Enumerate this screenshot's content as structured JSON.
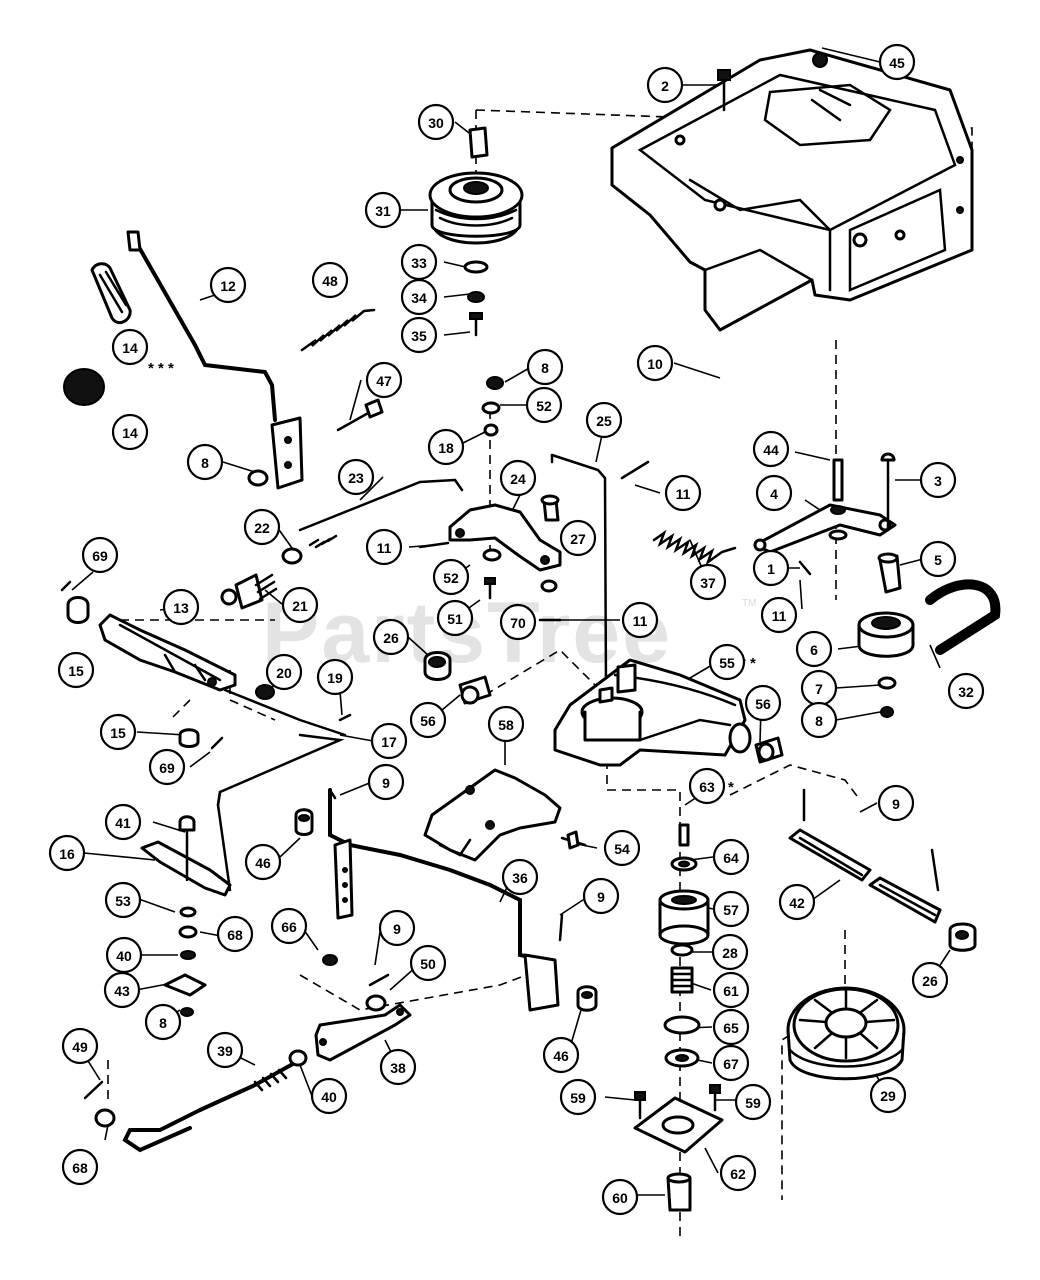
{
  "watermark": {
    "text": "PartsTree",
    "trademark": "TM"
  },
  "callouts": [
    {
      "label": "45"
    },
    {
      "label": "2"
    },
    {
      "label": "30"
    },
    {
      "label": "31"
    },
    {
      "label": "12"
    },
    {
      "label": "48"
    },
    {
      "label": "33"
    },
    {
      "label": "34"
    },
    {
      "label": "35"
    },
    {
      "label": "14"
    },
    {
      "label": "14"
    },
    {
      "label": "10"
    },
    {
      "label": "8"
    },
    {
      "label": "52"
    },
    {
      "label": "47"
    },
    {
      "label": "25"
    },
    {
      "label": "18"
    },
    {
      "label": "44"
    },
    {
      "label": "3"
    },
    {
      "label": "8"
    },
    {
      "label": "23"
    },
    {
      "label": "24"
    },
    {
      "label": "11"
    },
    {
      "label": "4"
    },
    {
      "label": "27"
    },
    {
      "label": "22"
    },
    {
      "label": "11"
    },
    {
      "label": "5"
    },
    {
      "label": "1"
    },
    {
      "label": "69"
    },
    {
      "label": "52"
    },
    {
      "label": "37"
    },
    {
      "label": "21"
    },
    {
      "label": "11"
    },
    {
      "label": "51"
    },
    {
      "label": "70"
    },
    {
      "label": "11"
    },
    {
      "label": "13"
    },
    {
      "label": "15"
    },
    {
      "label": "6"
    },
    {
      "label": "32"
    },
    {
      "label": "26"
    },
    {
      "label": "55"
    },
    {
      "label": "20"
    },
    {
      "label": "19"
    },
    {
      "label": "7"
    },
    {
      "label": "8"
    },
    {
      "label": "56"
    },
    {
      "label": "15"
    },
    {
      "label": "56"
    },
    {
      "label": "17"
    },
    {
      "label": "58"
    },
    {
      "label": "69"
    },
    {
      "label": "9"
    },
    {
      "label": "63"
    },
    {
      "label": "9"
    },
    {
      "label": "41"
    },
    {
      "label": "54"
    },
    {
      "label": "64"
    },
    {
      "label": "16"
    },
    {
      "label": "46"
    },
    {
      "label": "36"
    },
    {
      "label": "9"
    },
    {
      "label": "57"
    },
    {
      "label": "42"
    },
    {
      "label": "53"
    },
    {
      "label": "66"
    },
    {
      "label": "9"
    },
    {
      "label": "68"
    },
    {
      "label": "28"
    },
    {
      "label": "40"
    },
    {
      "label": "50"
    },
    {
      "label": "26"
    },
    {
      "label": "61"
    },
    {
      "label": "43"
    },
    {
      "label": "65"
    },
    {
      "label": "46"
    },
    {
      "label": "8"
    },
    {
      "label": "38"
    },
    {
      "label": "67"
    },
    {
      "label": "49"
    },
    {
      "label": "39"
    },
    {
      "label": "40"
    },
    {
      "label": "59"
    },
    {
      "label": "59"
    },
    {
      "label": "29"
    },
    {
      "label": "62"
    },
    {
      "label": "68"
    },
    {
      "label": "60"
    }
  ],
  "asterisk_marks": [
    "* * *",
    "* *",
    "*"
  ]
}
